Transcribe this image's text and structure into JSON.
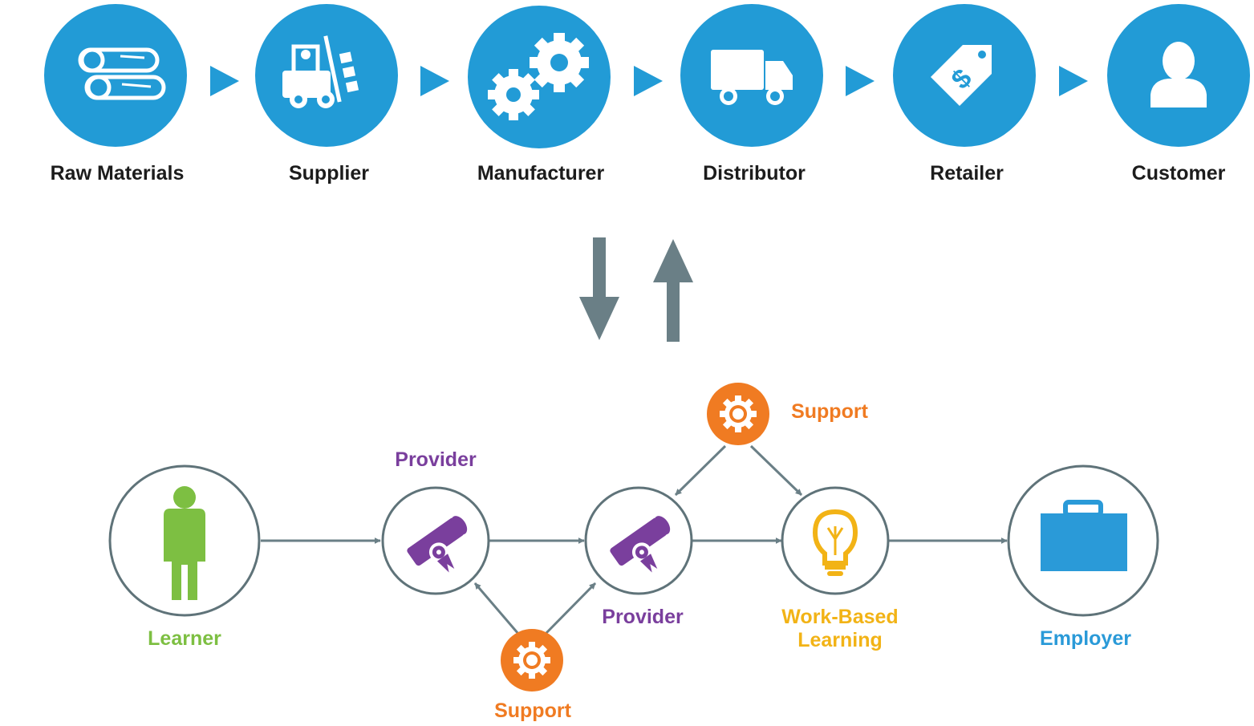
{
  "colors": {
    "blue": "#229bd6",
    "arrow_gray": "#6a7f86",
    "ring_gray": "#5f7379",
    "green": "#7dbf42",
    "purple": "#7a3f9d",
    "orange": "#f07b22",
    "yellow": "#f2b316",
    "employer_blue": "#2a9ad8",
    "text_dark": "#1c1c1c"
  },
  "supply_chain": {
    "stages": [
      {
        "label": "Raw Materials",
        "icon": "logs-icon"
      },
      {
        "label": "Supplier",
        "icon": "forklift-icon"
      },
      {
        "label": "Manufacturer",
        "icon": "gears-icon"
      },
      {
        "label": "Distributor",
        "icon": "truck-icon"
      },
      {
        "label": "Retailer",
        "icon": "price-tag-icon"
      },
      {
        "label": "Customer",
        "icon": "person-icon"
      }
    ]
  },
  "connector": {
    "down_icon": "arrow-down-icon",
    "up_icon": "arrow-up-icon"
  },
  "talent_pipeline": {
    "learner": "Learner",
    "provider_1": "Provider",
    "provider_2": "Provider",
    "support_top": "Support",
    "support_bottom": "Support",
    "work_based_line1": "Work-Based",
    "work_based_line2": "Learning",
    "employer": "Employer"
  }
}
